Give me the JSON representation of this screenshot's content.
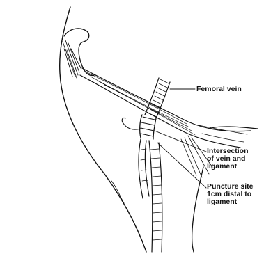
{
  "labels": {
    "femoral_vein": "Femoral vein",
    "intersection": [
      "Intersection",
      "of vein and",
      "ligament"
    ],
    "puncture": [
      "Puncture site",
      "1cm distal to",
      "ligament"
    ]
  },
  "colors": {
    "ink": "#111111",
    "background": "#ffffff"
  }
}
